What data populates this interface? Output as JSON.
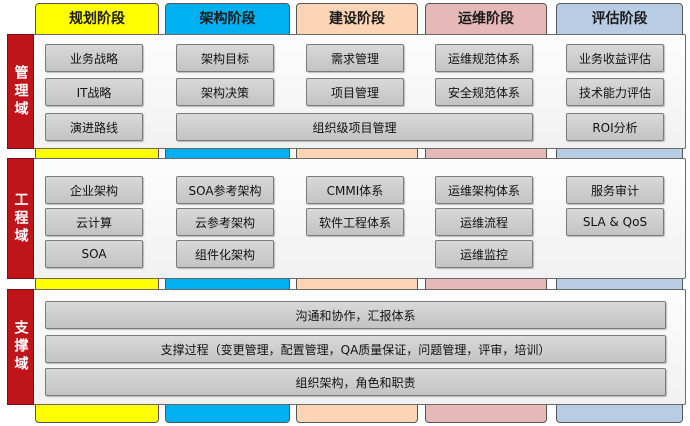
{
  "phases": [
    {
      "label": "规划阶段",
      "color": "#ffff00"
    },
    {
      "label": "架构阶段",
      "color": "#00b0f0"
    },
    {
      "label": "建设阶段",
      "color": "#fbd5b5"
    },
    {
      "label": "运维阶段",
      "color": "#e6b9b8"
    },
    {
      "label": "评估阶段",
      "color": "#b8cce4"
    }
  ],
  "domains": {
    "management": "管理域",
    "engineering": "工程域",
    "support": "支撑域"
  },
  "management": {
    "planning": [
      "业务战略",
      "IT战略",
      "演进路线"
    ],
    "architecture": [
      "架构目标",
      "架构决策"
    ],
    "construction": [
      "需求管理",
      "项目管理"
    ],
    "operations": [
      "运维规范体系",
      "安全规范体系"
    ],
    "evaluation": [
      "业务收益评估",
      "技术能力评估",
      "ROI分析"
    ],
    "spanning": "组织级项目管理"
  },
  "engineering": {
    "planning": [
      "企业架构",
      "云计算",
      "SOA"
    ],
    "architecture": [
      "SOA参考架构",
      "云参考架构",
      "组件化架构"
    ],
    "construction": [
      "CMMI体系",
      "软件工程体系"
    ],
    "operations": [
      "运维架构体系",
      "运维流程",
      "运维监控"
    ],
    "evaluation": [
      "服务审计",
      "SLA & QoS"
    ]
  },
  "support": {
    "items": [
      "沟通和协作，汇报体系",
      "支撑过程（变更管理，配置管理，QA质量保证，问题管理，评审，培训）",
      "组织架构，角色和职责"
    ]
  },
  "colors": {
    "domain_label": "#c0141b",
    "box_fill": "#cfcfcf"
  }
}
